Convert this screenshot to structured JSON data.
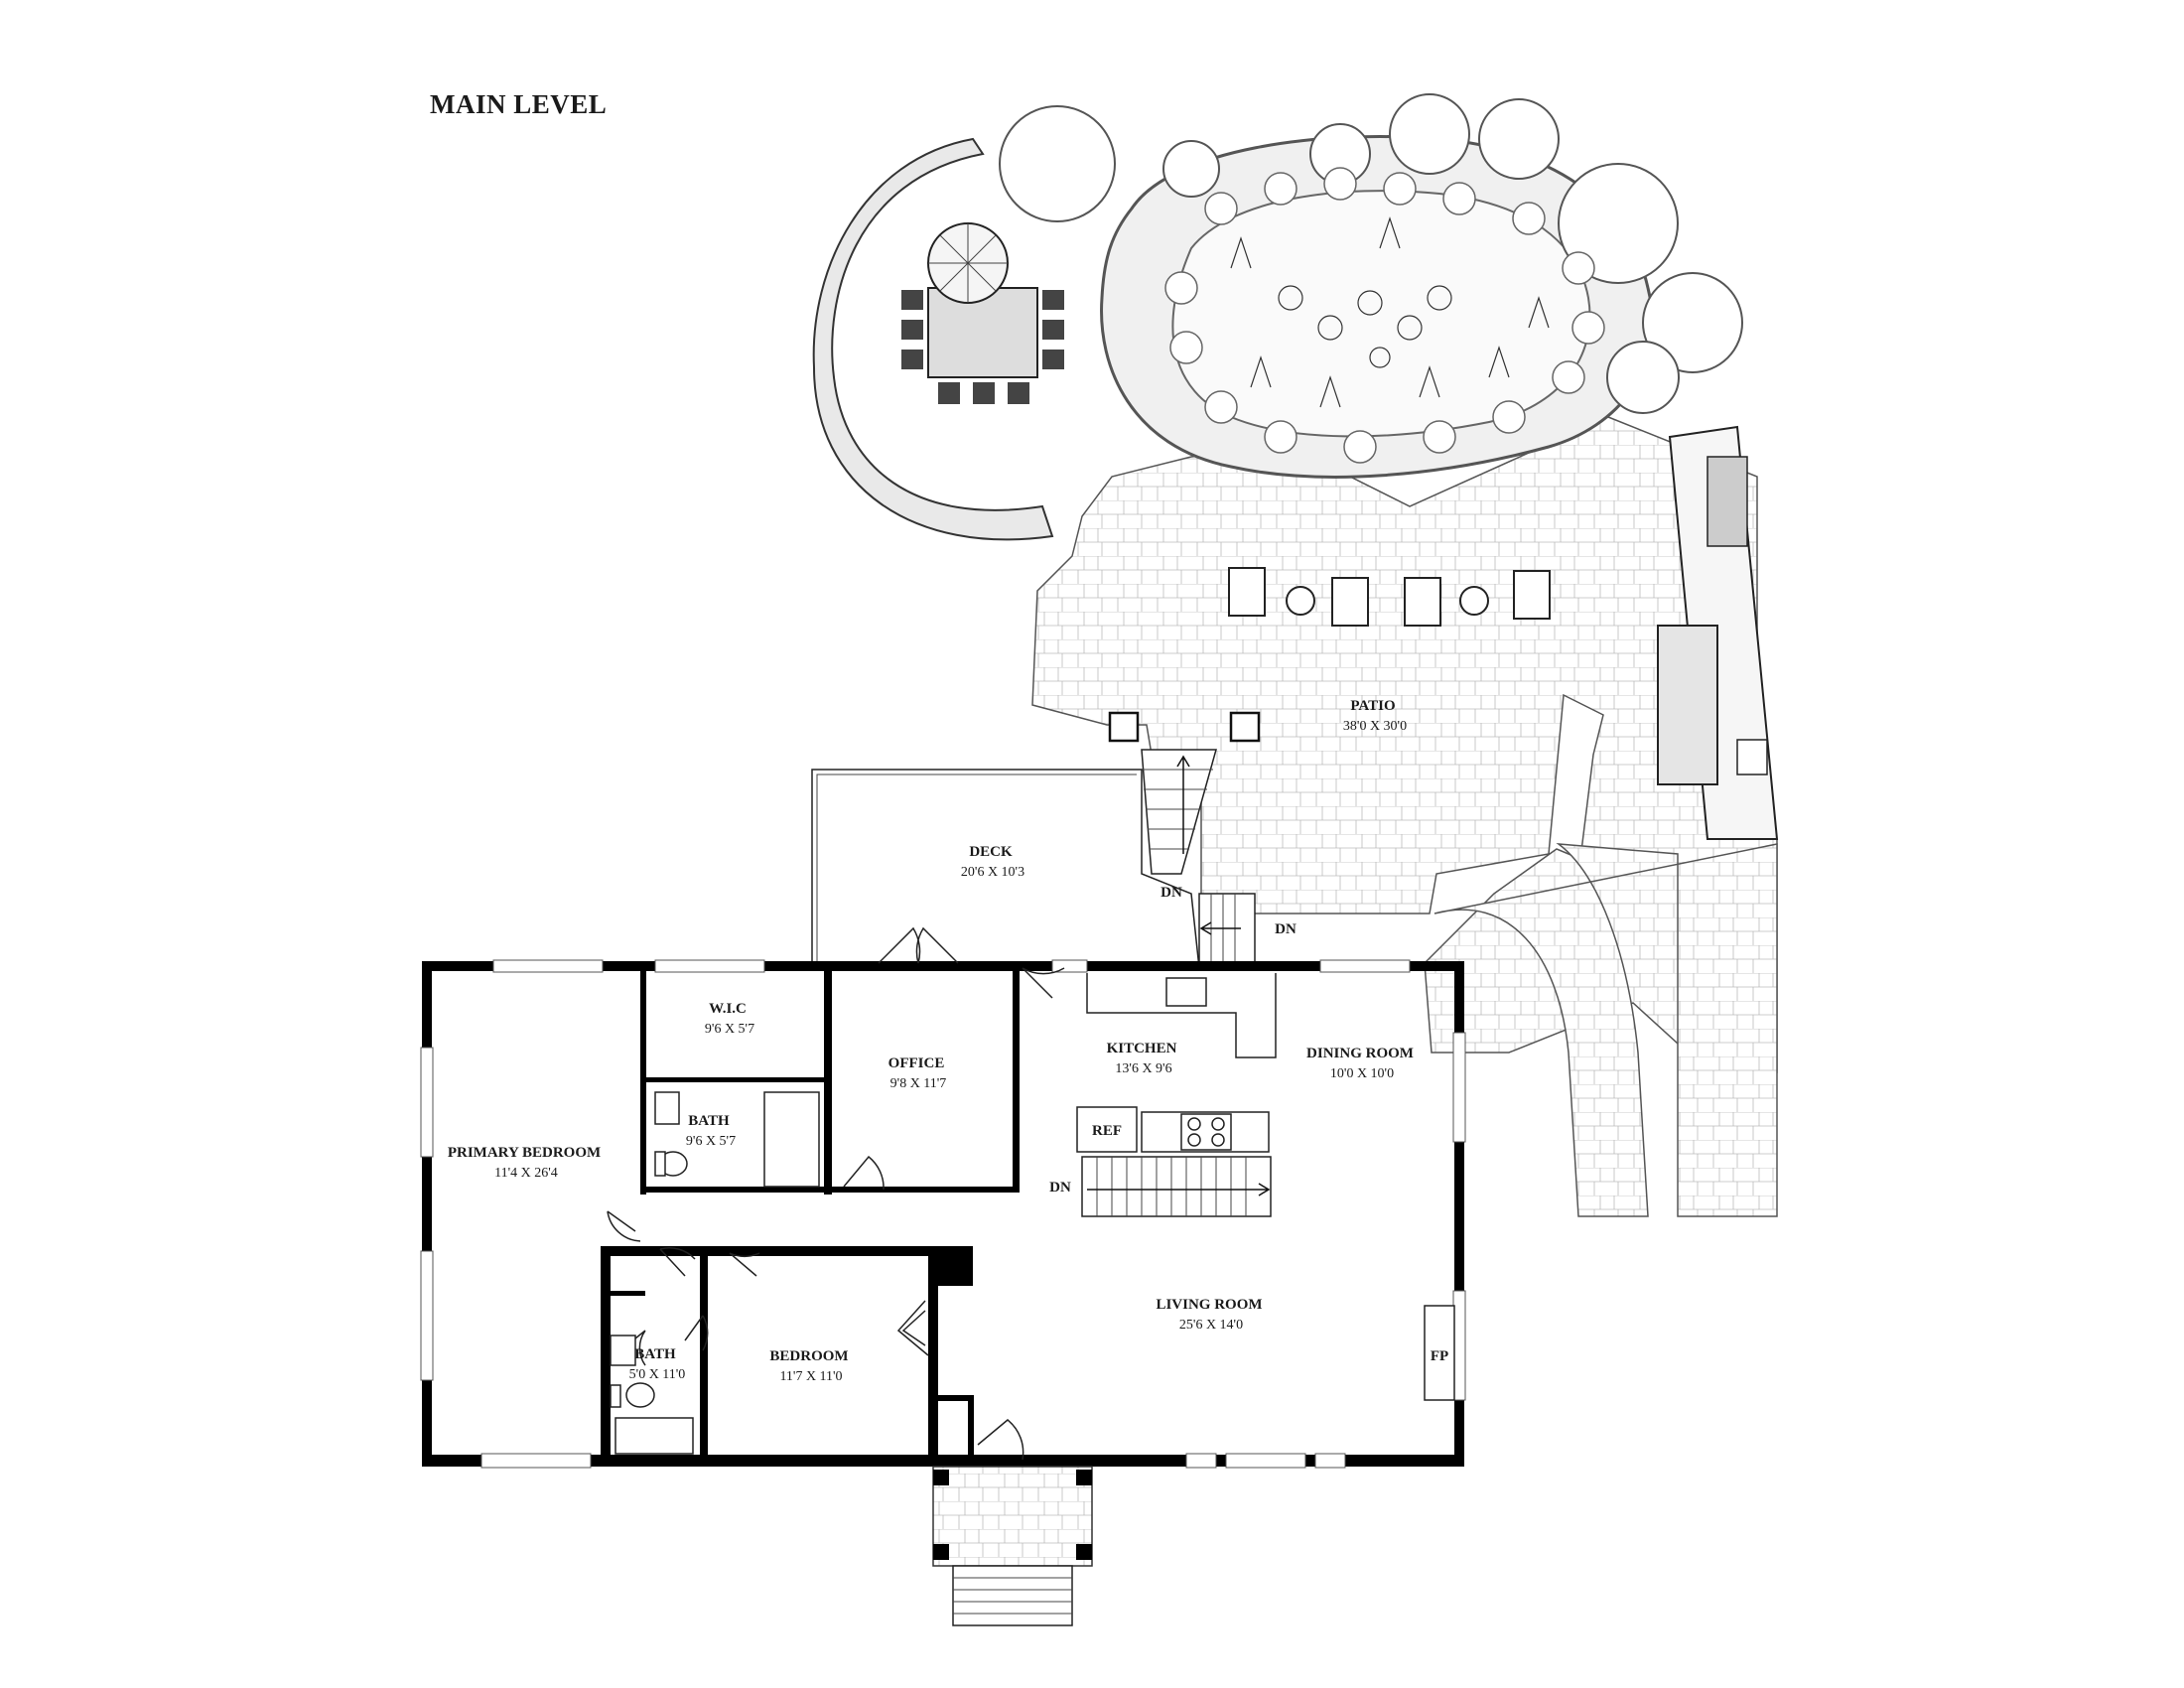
{
  "title": "MAIN LEVEL",
  "rooms": {
    "patio": {
      "name": "PATIO",
      "dims": "38'0 X 30'0"
    },
    "deck": {
      "name": "DECK",
      "dims": "20'6 X 10'3"
    },
    "wic": {
      "name": "W.I.C",
      "dims": "9'6 X 5'7"
    },
    "office": {
      "name": "OFFICE",
      "dims": "9'8 X 11'7"
    },
    "kitchen": {
      "name": "KITCHEN",
      "dims": "13'6 X 9'6"
    },
    "dining": {
      "name": "DINING ROOM",
      "dims": "10'0 X 10'0"
    },
    "bath1": {
      "name": "BATH",
      "dims": "9'6 X 5'7"
    },
    "primary": {
      "name": "PRIMARY BEDROOM",
      "dims": "11'4 X 26'4"
    },
    "living": {
      "name": "LIVING ROOM",
      "dims": "25'6 X 14'0"
    },
    "bath2": {
      "name": "BATH",
      "dims": "5'0 X 11'0"
    },
    "bedroom": {
      "name": "BEDROOM",
      "dims": "11'7 X 11'0"
    }
  },
  "fixtures": {
    "ref": "REF",
    "fp": "FP",
    "dn1": "DN",
    "dn2": "DN",
    "dn3": "DN"
  },
  "colors": {
    "wall": "#000000",
    "line": "#222222",
    "paver": "#bbbbbb",
    "foliage": "#555555"
  }
}
